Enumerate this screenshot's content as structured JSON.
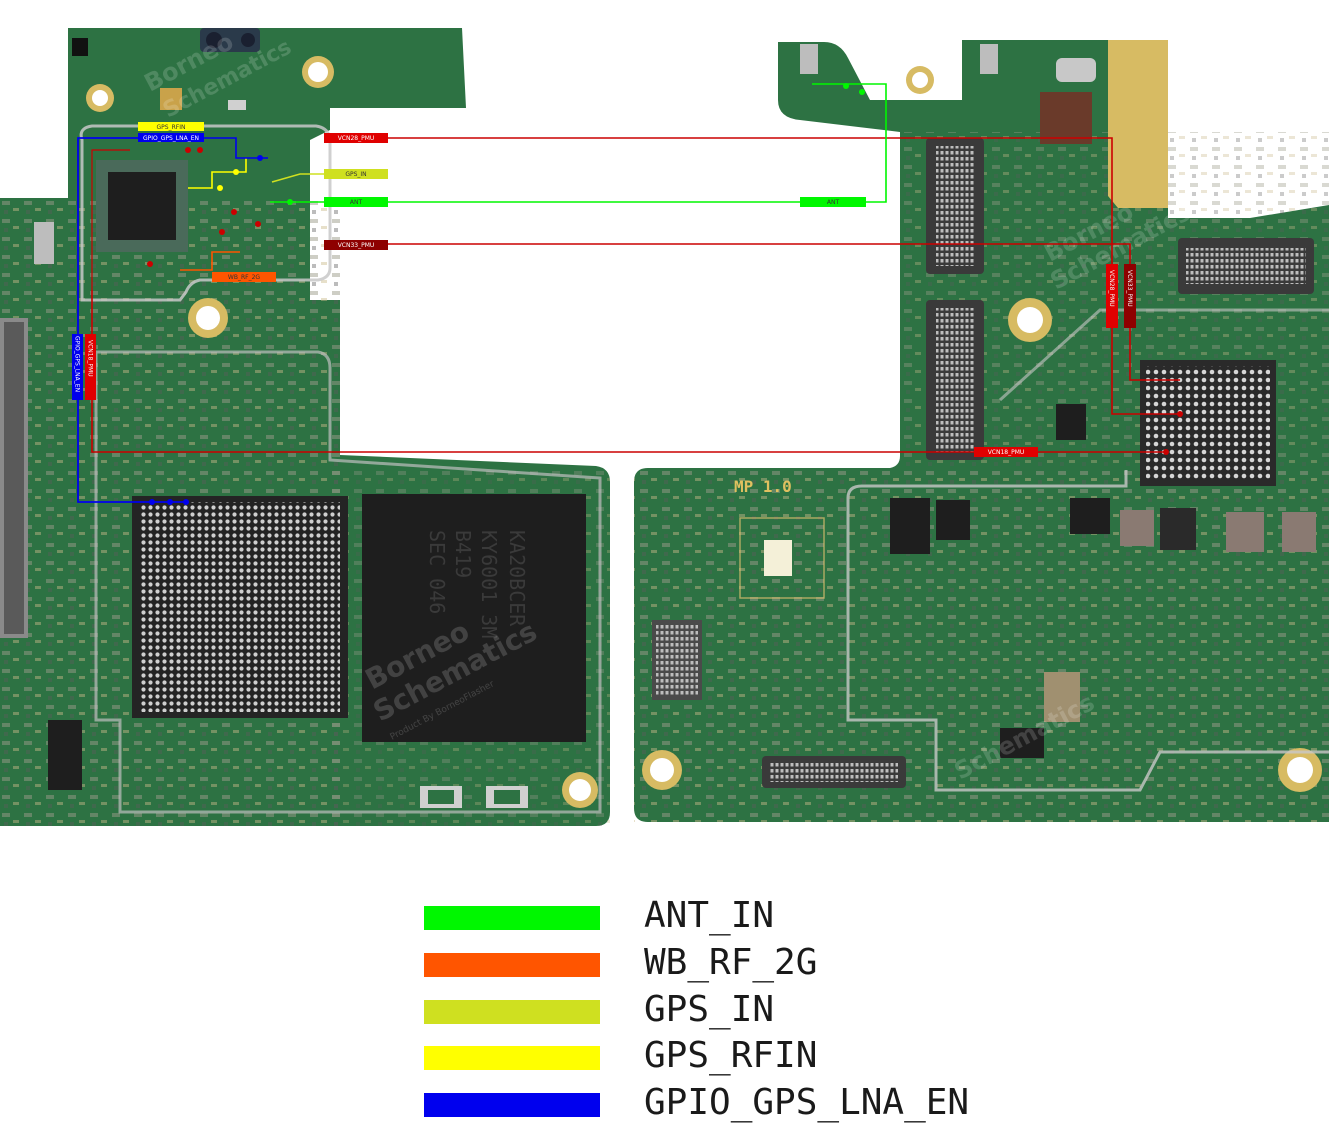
{
  "colors": {
    "ant_in": "#00f700",
    "wb_rf_2g": "#ff5500",
    "gps_in": "#cfe020",
    "gps_rfin": "#ffff00",
    "gpio_gps_lna_en": "#0000ee",
    "vcn_power": "#cc0000",
    "vcn33_tag": "#8e0000",
    "pcb_green": "#2b6e40",
    "gold_pad": "#d7bb63"
  },
  "watermark": {
    "brand_line1": "Borneo",
    "brand_line2": "Schematics",
    "tagline": "Product By BorneoFlasher"
  },
  "silkscreen": {
    "board_version": "MP 1.0",
    "memory_chip_lines": [
      "SEC 046",
      "B419",
      "KY6001 3M",
      "KA20BCER"
    ]
  },
  "net_tags": {
    "gps_rfin": "GPS_RFIN",
    "gpio_gps_lna_en": "GPIO_GPS_LNA_EN",
    "vcn28_pmu_top": "VCN28_PMU",
    "gps_in": "GPS_IN",
    "ant_left": "ANT",
    "ant_right": "ANT",
    "vcn33_pmu_top": "VCN33_PMU",
    "wb_rf_2g": "WB_RF_2G",
    "gpio_gps_lna_en_vertical": "GPIO_GPS_LNA_EN",
    "vcn18_pmu_left": "VCN18_PMU",
    "vcn28_pmu_right": "VCN28_PMU",
    "vcn33_pmu_right": "VCN33_PMU",
    "vcn18_pmu_bottom": "VCN18_PMU"
  },
  "legend": [
    {
      "label": "ANT_IN",
      "color": "#00f700"
    },
    {
      "label": "WB_RF_2G",
      "color": "#ff5500"
    },
    {
      "label": "GPS_IN",
      "color": "#cfe020"
    },
    {
      "label": "GPS_RFIN",
      "color": "#ffff00"
    },
    {
      "label": "GPIO_GPS_LNA_EN",
      "color": "#0000ee"
    }
  ]
}
